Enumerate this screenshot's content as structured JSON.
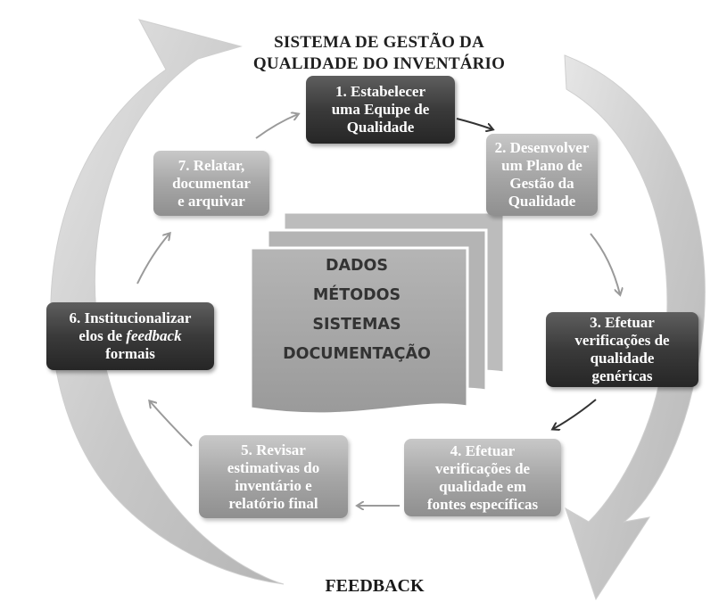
{
  "title_lines": [
    "SISTEMA DE GESTÃO DA",
    "QUALIDADE DO INVENTÁRIO"
  ],
  "footer": "FEEDBACK",
  "steps": [
    {
      "lines": [
        "1. Estabelecer",
        "uma Equipe de",
        "Qualidade"
      ],
      "style": "dark"
    },
    {
      "lines": [
        "2. Desenvolver",
        "um Plano de",
        "Gestão da",
        "Qualidade"
      ],
      "style": "light"
    },
    {
      "lines": [
        "3. Efetuar",
        "verificações de",
        "qualidade",
        "genéricas"
      ],
      "style": "dark"
    },
    {
      "lines": [
        "4. Efetuar",
        "verificações de",
        "qualidade em",
        "fontes específicas"
      ],
      "style": "light"
    },
    {
      "lines": [
        "5. Revisar",
        "estimativas do",
        "inventário e",
        "relatório final"
      ],
      "style": "light"
    },
    {
      "line1": "6. Institucionalizar",
      "line2_pre": "elos de ",
      "line2_em": "feedback",
      "line3": "formais",
      "style": "dark"
    },
    {
      "lines": [
        "7. Relatar,",
        "documentar",
        "e arquivar"
      ],
      "style": "light"
    }
  ],
  "documents": [
    "DADOS",
    "MÉTODOS",
    "SISTEMAS",
    "DOCUMENTAÇÃO"
  ],
  "colors": {
    "dark_box": "#333333",
    "light_box": "#a6a6a6",
    "arrow": "#9a9a9a",
    "text": "#1f1f1f"
  }
}
